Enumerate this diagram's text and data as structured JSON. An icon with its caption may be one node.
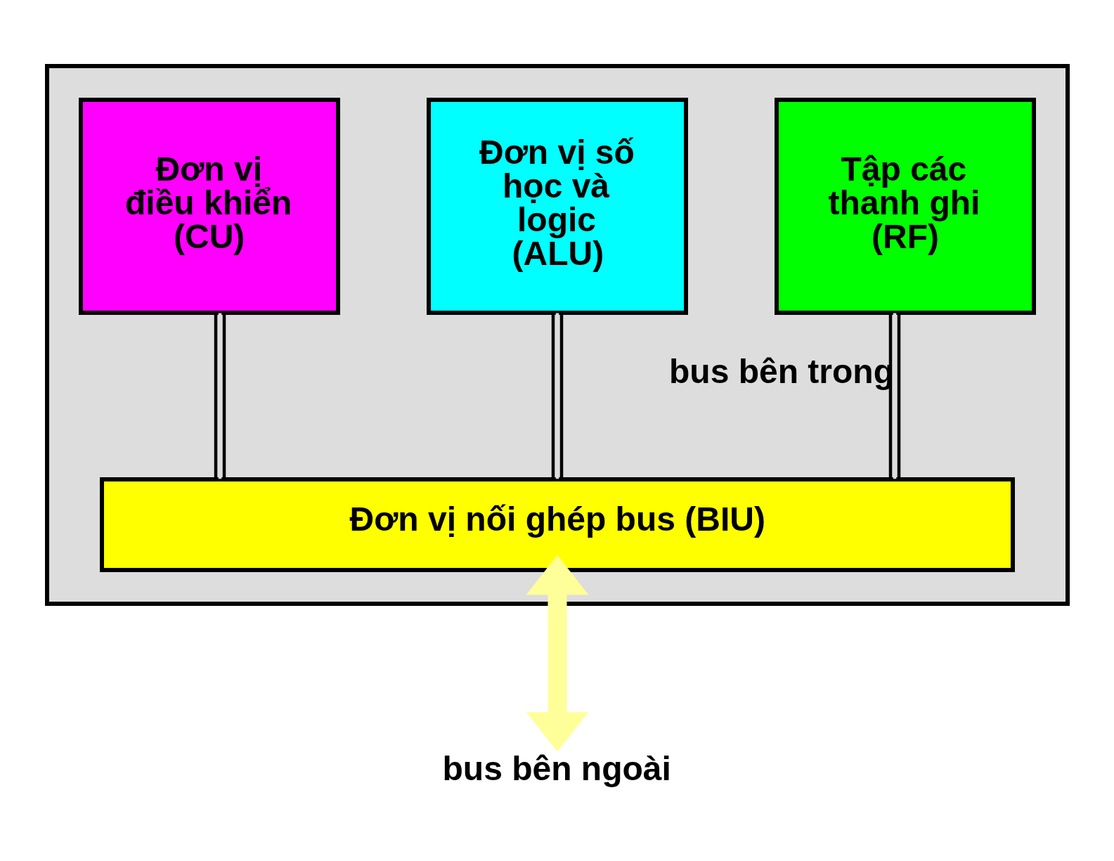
{
  "diagram": {
    "nodes": [
      {
        "text": [],
        "shape": "box"
      },
      {
        "text": [
          "Đơn vị điều khiển (CU)"
        ],
        "in": 0
      },
      {
        "text": [
          "Đơn vị số học và logic (ALU)"
        ],
        "in": 0
      },
      {
        "text": [
          "Tập các thanh ghi (RF)"
        ],
        "in": 0
      },
      {
        "text": [
          "Đơn vị nối ghép bus (BIU)"
        ],
        "in": 0
      },
      {
        "text": [
          "bus bên ngoài"
        ]
      }
    ],
    "edges": [
      {
        "from": 1,
        "to": 4,
        "arrow": "none"
      },
      {
        "from": 2,
        "to": 4,
        "arrow": "none"
      },
      {
        "from": 3,
        "to": 4,
        "arrow": "none",
        "label": "bus bên trong"
      },
      {
        "from": 4,
        "to": 5,
        "arrow": "both",
        "style": "thick",
        "color": "#ffff99"
      }
    ]
  }
}
